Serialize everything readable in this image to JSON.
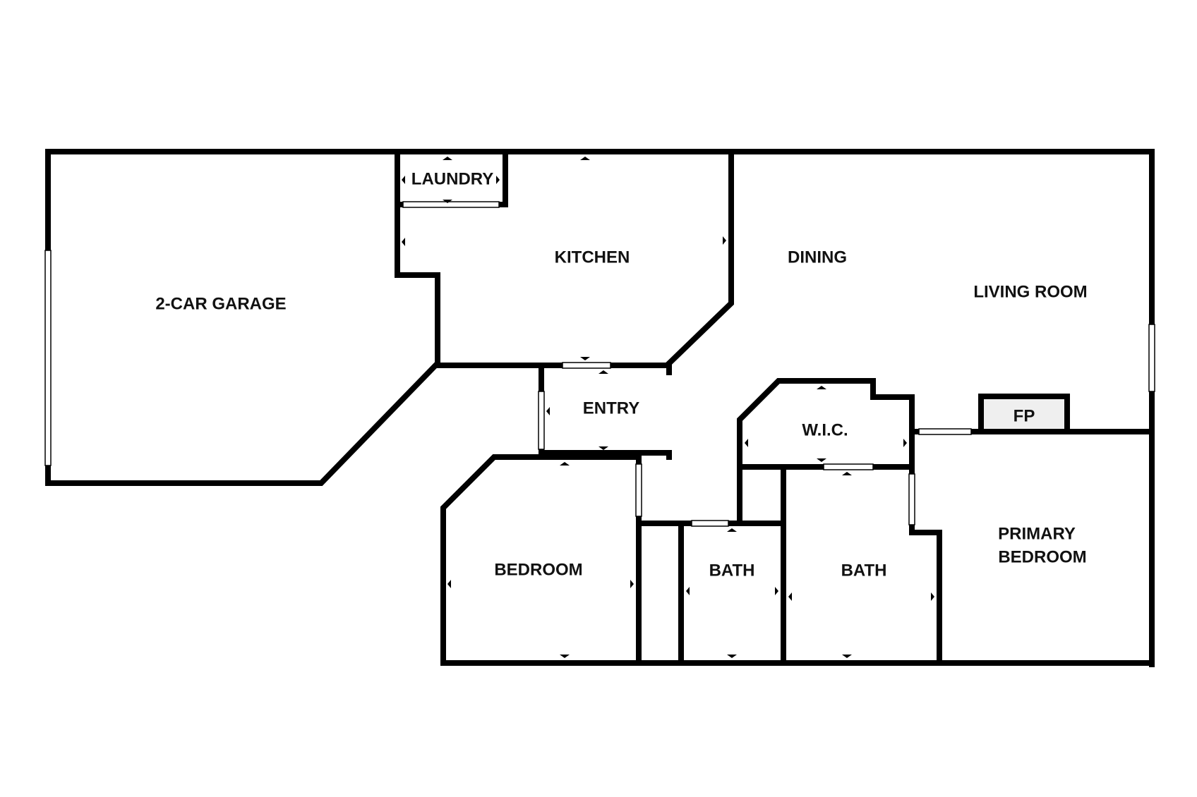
{
  "rooms": {
    "garage": "2-CAR GARAGE",
    "laundry": "LAUNDRY",
    "kitchen": "KITCHEN",
    "dining": "DINING",
    "living": "LIVING ROOM",
    "entry": "ENTRY",
    "wic": "W.I.C.",
    "fireplace": "FP",
    "bedroom": "BEDROOM",
    "bath_1": "BATH",
    "bath_2": "BATH",
    "primary_line1": "PRIMARY",
    "primary_line2": "BEDROOM"
  }
}
